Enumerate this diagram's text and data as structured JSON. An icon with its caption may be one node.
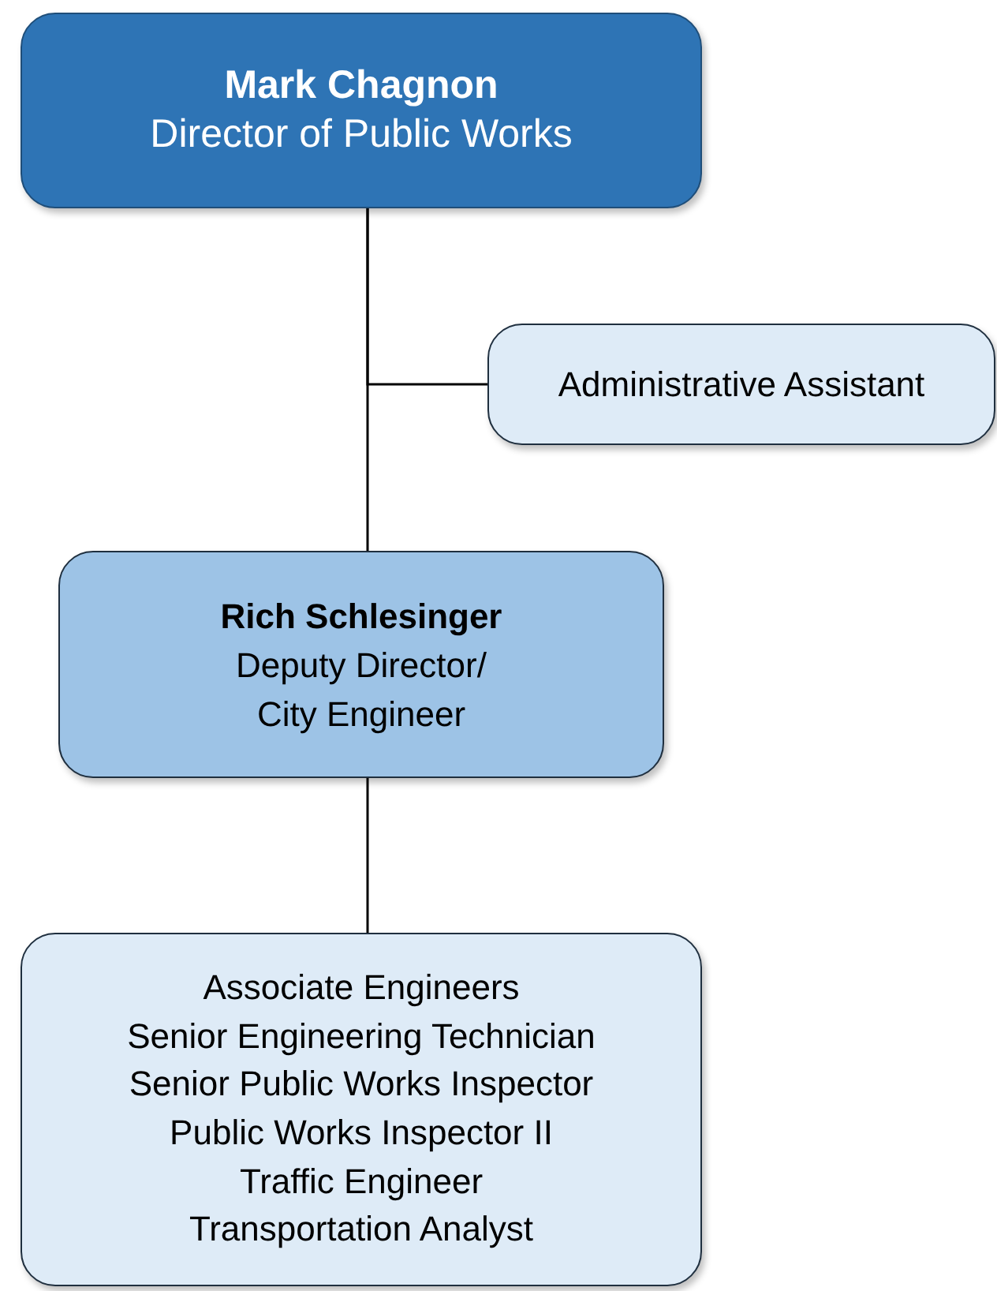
{
  "diagram": {
    "nodes": [
      {
        "text": [
          "Mark Chagnon",
          "Director of Public Works"
        ]
      },
      {
        "text": [
          "Administrative Assistant"
        ]
      },
      {
        "text": [
          "Rich Schlesinger",
          "Deputy Director/ City Engineer"
        ]
      },
      {
        "text": [
          "Associate Engineers",
          "Senior Engineering Technician",
          "Senior Public Works Inspector",
          "Public Works Inspector II",
          "Traffic Engineer",
          "Transportation Analyst"
        ]
      }
    ],
    "edges": [
      {
        "from": 0,
        "to": 2,
        "arrow": "none"
      },
      {
        "from": 0,
        "to": 1,
        "arrow": "none"
      },
      {
        "from": 2,
        "to": 3,
        "arrow": "none"
      }
    ]
  }
}
